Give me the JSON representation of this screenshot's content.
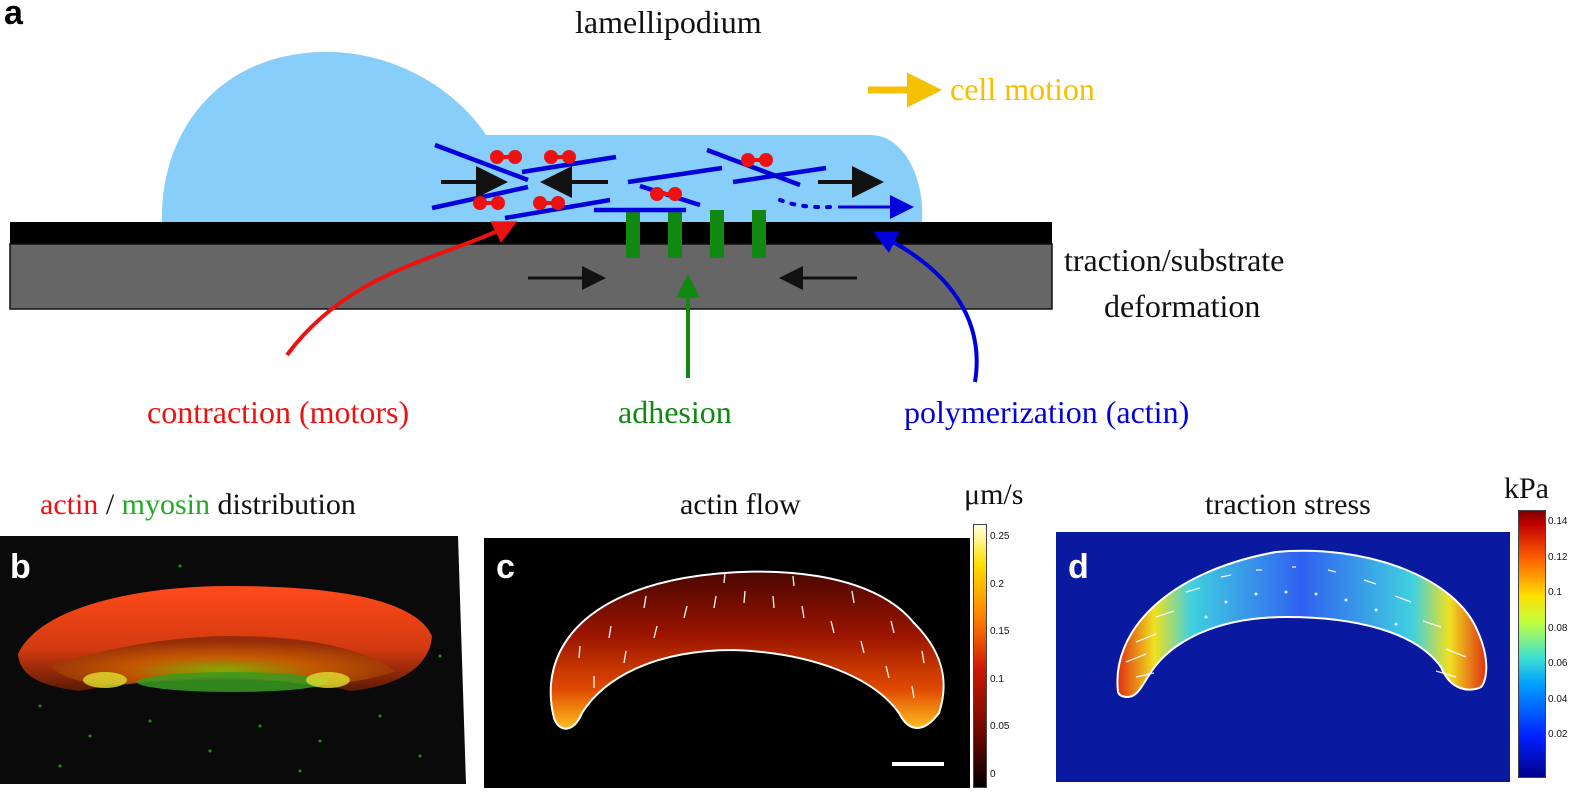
{
  "panel_a": {
    "letter": "a",
    "title": "lamellipodium",
    "cell_motion": "cell motion",
    "substrate_label_line1": "traction/substrate",
    "substrate_label_line2": "deformation",
    "contraction": "contraction (motors)",
    "adhesion": "adhesion",
    "polymerization": "polymerization (actin)"
  },
  "panel_b": {
    "letter": "b",
    "title_actin": "actin",
    "title_sep": " / ",
    "title_myosin": "myosin",
    "title_rest": " distribution"
  },
  "panel_c": {
    "letter": "c",
    "title": "actin flow",
    "unit": "μm/s",
    "ticks": [
      "0.25",
      "0.2",
      "0.15",
      "0.1",
      "0.05",
      "0"
    ]
  },
  "panel_d": {
    "letter": "d",
    "title": "traction stress",
    "unit": "kPa",
    "ticks": [
      "0.14",
      "0.12",
      "0.1",
      "0.08",
      "0.06",
      "0.04",
      "0.02"
    ]
  },
  "colors": {
    "cell": "#87cefa",
    "actin": "#0000dd",
    "motor": "#ee1111",
    "adhesion": "#118811",
    "motion": "#f5c000",
    "substrate": "#666666"
  }
}
